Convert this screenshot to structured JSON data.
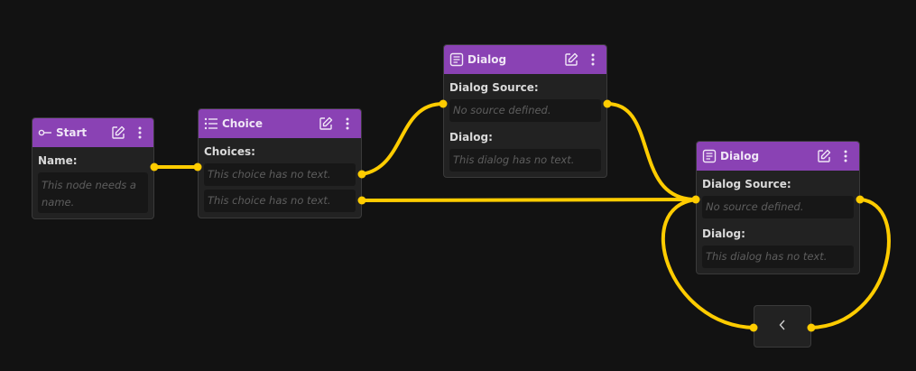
{
  "colors": {
    "background": "#121212",
    "node_body": "#222222",
    "node_header": "#8a42b4",
    "field_bg": "#171717",
    "edge": "#ffcc00"
  },
  "nodes": {
    "start": {
      "title": "Start",
      "icon": "key-icon",
      "name_label": "Name:",
      "name_placeholder": "This node needs a name."
    },
    "choice": {
      "title": "Choice",
      "icon": "list-icon",
      "choices_label": "Choices:",
      "choices": [
        {
          "text": "This choice has no text."
        },
        {
          "text": "This choice has no text."
        }
      ]
    },
    "dialog1": {
      "title": "Dialog",
      "icon": "document-icon",
      "source_label": "Dialog Source:",
      "source_placeholder": "No source defined.",
      "dialog_label": "Dialog:",
      "dialog_placeholder": "This dialog has no text."
    },
    "dialog2": {
      "title": "Dialog",
      "icon": "document-icon",
      "source_label": "Dialog Source:",
      "source_placeholder": "No source defined.",
      "dialog_label": "Dialog:",
      "dialog_placeholder": "This dialog has no text."
    }
  },
  "back_node": {
    "icon": "chevron-left-icon",
    "glyph": "<"
  },
  "header_buttons": {
    "edit_icon": "edit-icon",
    "menu_icon": "more-vertical-icon"
  }
}
